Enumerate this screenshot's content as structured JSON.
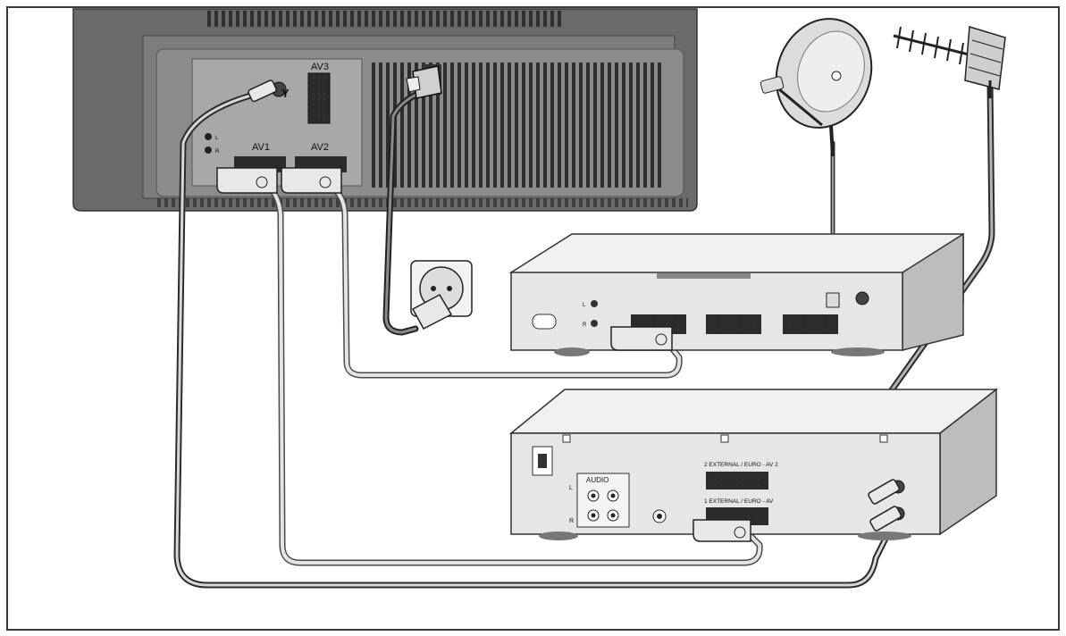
{
  "tv": {
    "port_labels": {
      "av1": "AV1",
      "av2": "AV2",
      "av3": "AV3",
      "antenna": "Y",
      "audio_l": "L",
      "audio_r": "R"
    }
  },
  "satellite_receiver": {
    "audio_l": "L",
    "audio_r": "R"
  },
  "vcr": {
    "audio_label": "AUDIO",
    "audio_l": "L",
    "audio_r": "R",
    "scart2_label": "2 EXTERNAL / EURO - AV 2",
    "scart1_label": "1 EXTERNAL / EURO - AV"
  },
  "colors": {
    "frame": "#3a3a3a",
    "tv_dark": "#6a6a6a",
    "tv_panel": "#9a9a9a",
    "device_light": "#e6e6e6",
    "device_side": "#bdbdbd",
    "cable_dark": "#4a4a4a",
    "cable_light": "#cfcfcf"
  },
  "icons": [
    "satellite-dish-icon",
    "yagi-antenna-icon",
    "wall-socket-icon",
    "power-plug-icon",
    "scart-plug-icon"
  ]
}
